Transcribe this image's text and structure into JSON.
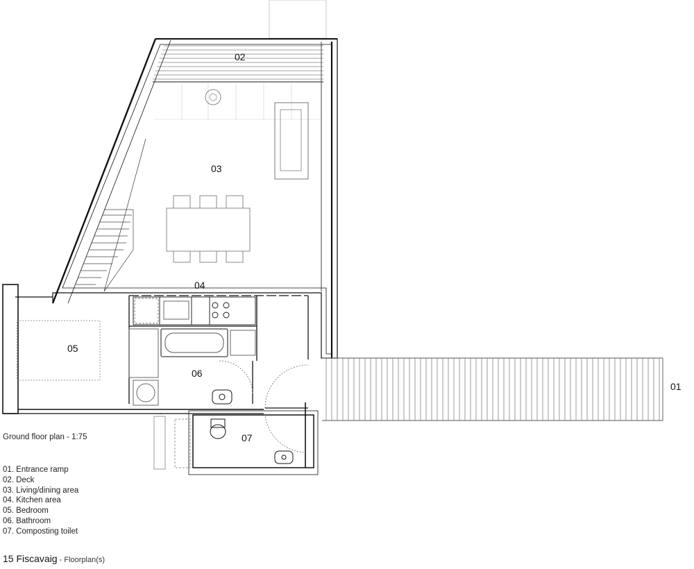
{
  "plan": {
    "rooms": [
      {
        "id": "01",
        "label": "01"
      },
      {
        "id": "02",
        "label": "02"
      },
      {
        "id": "03",
        "label": "03"
      },
      {
        "id": "04",
        "label": "04"
      },
      {
        "id": "05",
        "label": "05"
      },
      {
        "id": "06",
        "label": "06"
      },
      {
        "id": "07",
        "label": "07"
      }
    ],
    "scale_caption": "Ground floor plan - 1:75"
  },
  "legend": [
    {
      "text": "01.  Entrance ramp"
    },
    {
      "text": "02. Deck"
    },
    {
      "text": "03. Living/dining area"
    },
    {
      "text": "04. Kitchen area"
    },
    {
      "text": "05. Bedroom"
    },
    {
      "text": "06. Bathroom"
    },
    {
      "text": "07.  Composting toilet"
    }
  ],
  "title": {
    "main": "15 Fiscavaig",
    "separator": " - ",
    "sub": "Floorplan(s)"
  }
}
